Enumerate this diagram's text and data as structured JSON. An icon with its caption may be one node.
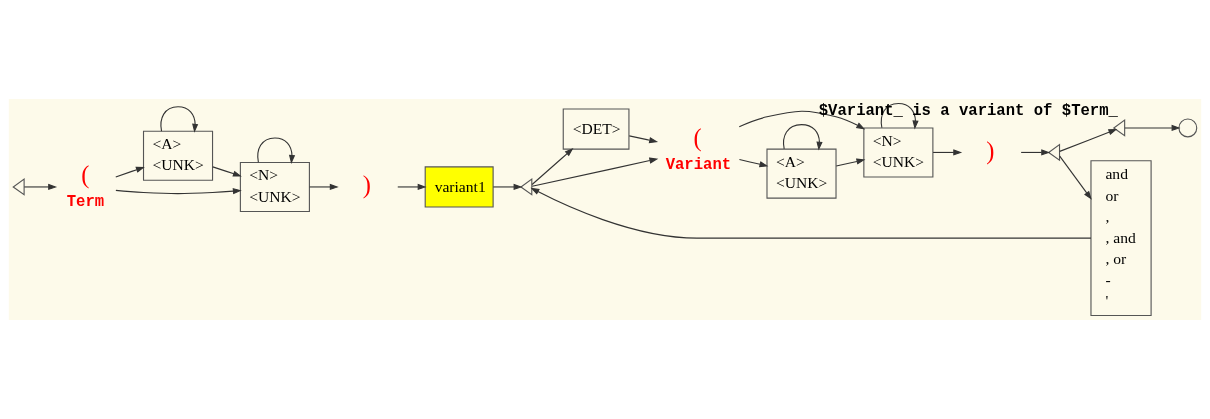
{
  "diagram": {
    "nodes": [
      {
        "text": [],
        "shape": "triangle"
      },
      {
        "text": [
          "("
        ],
        "beside": [
          "Term"
        ]
      },
      {
        "text": [
          "<A>",
          "<UNK>"
        ]
      },
      {
        "text": [
          "<N>",
          "<UNK>"
        ]
      },
      {
        "text": [
          ")"
        ]
      },
      {
        "text": [
          "variant1"
        ]
      },
      {
        "text": [],
        "shape": "triangle"
      },
      {
        "text": [
          "<DET>"
        ]
      },
      {
        "text": [
          "("
        ],
        "beside": [
          "Variant"
        ]
      },
      {
        "text": [
          "<N>",
          "<UNK>"
        ]
      },
      {
        "text": [
          "<A>",
          "<UNK>"
        ]
      },
      {
        "text": [
          ")"
        ]
      },
      {
        "text": [
          "and",
          "or",
          ",",
          ", and",
          ", or",
          "-",
          "'"
        ]
      },
      {
        "text": [],
        "shape": "triangle"
      },
      {
        "text": [],
        "shape": "triangle",
        "beside": [
          "$Variant_ is a variant of $Term_"
        ]
      },
      {
        "text": [],
        "shape": "circle"
      }
    ],
    "edges": [
      {
        "from": 0,
        "to": 1,
        "arrow": "to"
      },
      {
        "from": 1,
        "to": 2,
        "arrow": "to"
      },
      {
        "from": 1,
        "to": 3,
        "arrow": "to"
      },
      {
        "from": 2,
        "to": 2,
        "arrow": "to"
      },
      {
        "from": 2,
        "to": 3,
        "arrow": "to"
      },
      {
        "from": 3,
        "to": 3,
        "arrow": "to"
      },
      {
        "from": 3,
        "to": 4,
        "arrow": "to"
      },
      {
        "from": 4,
        "to": 5,
        "arrow": "to"
      },
      {
        "from": 5,
        "to": 6,
        "arrow": "to"
      },
      {
        "from": 6,
        "to": 7,
        "arrow": "to"
      },
      {
        "from": 6,
        "to": 8,
        "arrow": "to"
      },
      {
        "from": 7,
        "to": 8,
        "arrow": "to"
      },
      {
        "from": 8,
        "to": 9,
        "arrow": "to"
      },
      {
        "from": 8,
        "to": 10,
        "arrow": "to"
      },
      {
        "from": 10,
        "to": 10,
        "arrow": "to"
      },
      {
        "from": 10,
        "to": 9,
        "arrow": "to"
      },
      {
        "from": 9,
        "to": 9,
        "arrow": "to"
      },
      {
        "from": 9,
        "to": 11,
        "arrow": "to"
      },
      {
        "from": 11,
        "to": 13,
        "arrow": "to"
      },
      {
        "from": 13,
        "to": 12,
        "arrow": "to"
      },
      {
        "from": 13,
        "to": 14,
        "arrow": "to"
      },
      {
        "from": 12,
        "to": 6,
        "arrow": "to"
      },
      {
        "from": 14,
        "to": 15,
        "arrow": "to"
      }
    ]
  }
}
